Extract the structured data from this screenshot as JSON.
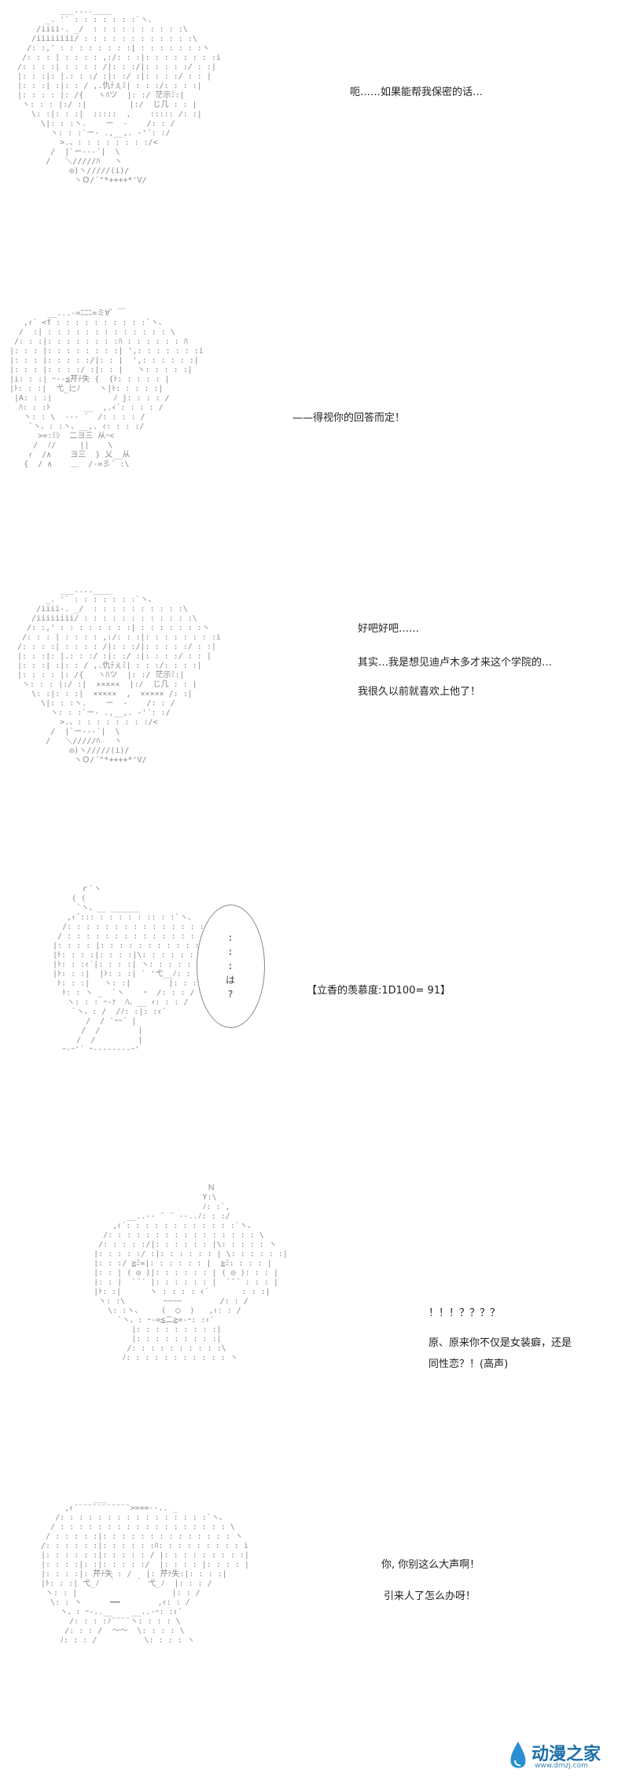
{
  "panels": [
    {
      "lines": [
        "呃……如果能帮我保密的话…"
      ],
      "art": "         ___....____\n      _. '` : : : : : : :`ヽ、\n    /iiii-. _/  : : : : : : : : : :\\\n   /iiiiiiii/ : : : : : : : : : : : :\\\n  /: :,' : : : : : : : :| : : : : : : :ヽ\n /: : : | : : : : ,:/: : :|: : : : : : : :i\n/: : : :| : : : : /|: : :/|: : : : :/ : :|\n|: : :|: |.: : :/ :|: :/ :|: : : :/ : : |\n|: : :| :|: : / ,.仇ﾃぇﾐ| : : :/: : : :|\n|: : : : |: /{   ヽﾊツ  |: :/ 茫示ﾐ:|\n ヽ: : : |:/ :|         |:/  じ几 : : |\n   \\: :|: : :|  :::::  ,    ::::: /: :|\n     \\|: : :ヽ.    ー  ‐    /: : /\n       ヽ: : :`ー- .,__,. -'´: :/\n         >.、: : : : : : : :/<\n       /  |`ー--‐´|  \\\n      /   ＼/////ﾊ   ヽ\n           ◎)ヽ/////(i)/\n            ヽＯ/´\"*++++*'V/"
    },
    {
      "lines": [
        "——得视你的回答而定！"
      ],
      "art": "        __...-=ﾆﾆﾆ=ミ∀゛￣\n   ,ｨ´ <f : : : : : : : : : :`ヽ、\n  /  :| : : : : : : : : : : : : : \\\n /: : :|: : : : : : : :ﾊ : : : : : : ﾊ\n|: : : |: : : : : : : :| ',: : : : : : :i\n|: : : |: : : : :/|: : |  ',: : : : : :|\n|: : : |: : : :/ :|: : |   ヽ: : : : :|\n|i: : :| ｰ--≦芹ﾃ失 {  {ﾄ: : : : : |\n|ﾄ: : :|  弋_辷ﾉ    ヽ|ﾄ: : : : :|\n |A: : :|             ﾉ j: : : : /\n  ﾊ: : :ﾄ       __  ,.ｨ´: : : : /\n   ヽ: : \\  ‐-- ´  /: : : : /\n    `ヽ、: :ヽ、__,. ｨ: : : :/\n      >=:ﾐｼ  二ヨ三 从ｰ<\n     /  ﾉ/     ||    \\\n    ｨ  /∧    ヨ三  } 乂__从\n   {  / ∧    ＿  /-=彡´ :\\"
    },
    {
      "lines": [
        "好吧好吧……",
        "其实…我是想见迪卢木多才来这个学院的…",
        "我很久以前就喜欢上他了！"
      ],
      "art": "         ___....____\n      _. '` : : : : : : :`ヽ、\n    /iiii-. _/  : : : : : : : : : :\\\n   /iiiiiiii/ : : : : : : : : : : : :\\\n  /: :,' : : : : : : : :| : : : : : : :ヽ\n /: : : | : : : : ,:/: : :|: : : : : : : :i\n/: : : :| : : : : /|: : :/|: : : : :/ : :|\n|: : :|: |.: : :/ :|: :/ :|: : : :/ : : |\n|: : :| :|: : / ,.仇ﾃぇﾐ| : : :/: : : :|\n|: : : : |: /{   ヽﾊツ  |: :/ 茫示ﾐ:|\n ヽ: : : |:/ :|  ×××××  |:/  じ几 : : |\n   \\: :|: : :|  ×××××  ,  ××××× /: :|\n     \\|: : :ヽ.    ー  ‐    /: : /\n       ヽ: : :`ー- .,__,. -'´: :/\n         >.、: : : : : : : :/<\n       /  |`ー--‐´|  \\\n      /   ＼/////ﾊ   ヽ\n           ◎)ヽ/////(i)/\n            ヽＯ/´\"*++++*'V/"
    },
    {
      "lines": [
        "【立香的羡慕度:1D100= 91】"
      ],
      "bubble": ":\n:\n:\nは\n?",
      "art": "        ｒ`ヽ\n      ( (\n       `ヽ、__ ______\n     ,ｨ´::: : : : : : :: : :`ヽ、\n    /: : : : : : : : : : : : : : : \\\n   / : : : : : : : : : : : : : : : : ヽ\n  |: : : : |: : : : : : : : : : : : : :|\n  |ﾄ: : : :|: : : :|\\: : : : : : : : |\n  |ﾄ: : :ｨ´|: : : :| ヽ: : : : : : : :|\n  |ﾄ: : :|  |ﾄ: : :| ` '弋__ﾉ: : : : |\n   ﾄ: : :|   ヽ: :|        |: : : :/\n    ﾄ: : ヽ _  `ヽ    ｰ  /: : : /\n     ヽ: : : ｰ-ｧ  ﾊ、__ ｨ: : : /\n      `ヽ、: /  /ﾉ: :|: :ｨ´\n         /  / `ｰｰ´ |\n        /  /        |\n       /  /         |\n    ｰ-ｰ'´ ｰ--------ｰ'"
    },
    {
      "lines": [
        "！！！？？？？",
        "原、原来你不仅是女装癖，还是",
        "同性恋？！(高声)"
      ],
      "art": "                            Ｎ\n                           Y:\\\n                           ﾉ: :`,\n           __..-‐ ¨ ¨ ‐-..ﾉ: : :/\n        ,ｨ´: : : : : : : : : : : :`ヽ、\n      /: : : : : : : : : : : : : : : : \\\n     /: : : : :/|: : : : : : |\\: : : : : ヽ\n    |: : : : :/ :|: : : : : : | \\: : : : : :|\n    |: : :/ ≧ﾐ=|: : : : : : |  ≧ﾐ: : : : |\n    |: : | ( ◎ )|: : : : : : | ( ◎ ): : : |\n    |: : |  `¨´ |: : : : : : |  `¨´ : : : |\n    |ﾄ: :|      ヽ : : : : ｨ´       : : :|\n     ヽ: :\\        ~~~~        /: : /\n       \\: :ヽ、    (  ◯  )   ,ｨ: : /\n         `ヽ、: ｰ-=≦二≧=-ｰ: :ｨ´\n            |: : : : : : : : :|\n            |: : : : : : : : :|\n           /: : : : : : : : : :\\\n          ﾉ: : : : : : : : : : : ヽ"
    },
    {
      "lines": [
        "你, 你别这么大声啊！",
        "引来人了怎么办呀！"
      ],
      "art": "             ___\n       ,ｨ´¨¨¨¨¨¨¨¨¨¨¨>===--.. _\n     /: : : : : : : : : : : : : : : :`ヽ、\n    / : : : : : : : : : : : : : : : : : : \\\n   / : : : : :|: : : : : : : : : : : : : : ヽ\n  /: : : : : :|: : : : : :ﾊ: : : : : : : : : i\n  |: : : : : :|: : : : : / |: : : : : : : : :|\n  |: : : :|: :|: : : : :/  |: : : : |: : : : |\n  |: : : :|: 芹ﾃ失 : /   |: 芹ﾃ失:|: : : :|\n  |ﾄ: : :| 弋_ﾉ  ｀    ｀ 弋_ﾉ  |: : : /\n   ヽ: : |                    |: : /\n    \\: : ヽ      ━━        ,ｨ: : /\n      ヽ、: ｰ-..__    __..-ｰ: :ｨ´\n        /: : : :ﾉ¨¨¨¨ヽ: : : : \\\n       /: : : /  ～～  \\: : : : \\\n      ﾉ: : : /          \\: : : : ヽ"
    }
  ],
  "watermark": {
    "name": "动漫之家",
    "url": "www.dmzj.com"
  }
}
